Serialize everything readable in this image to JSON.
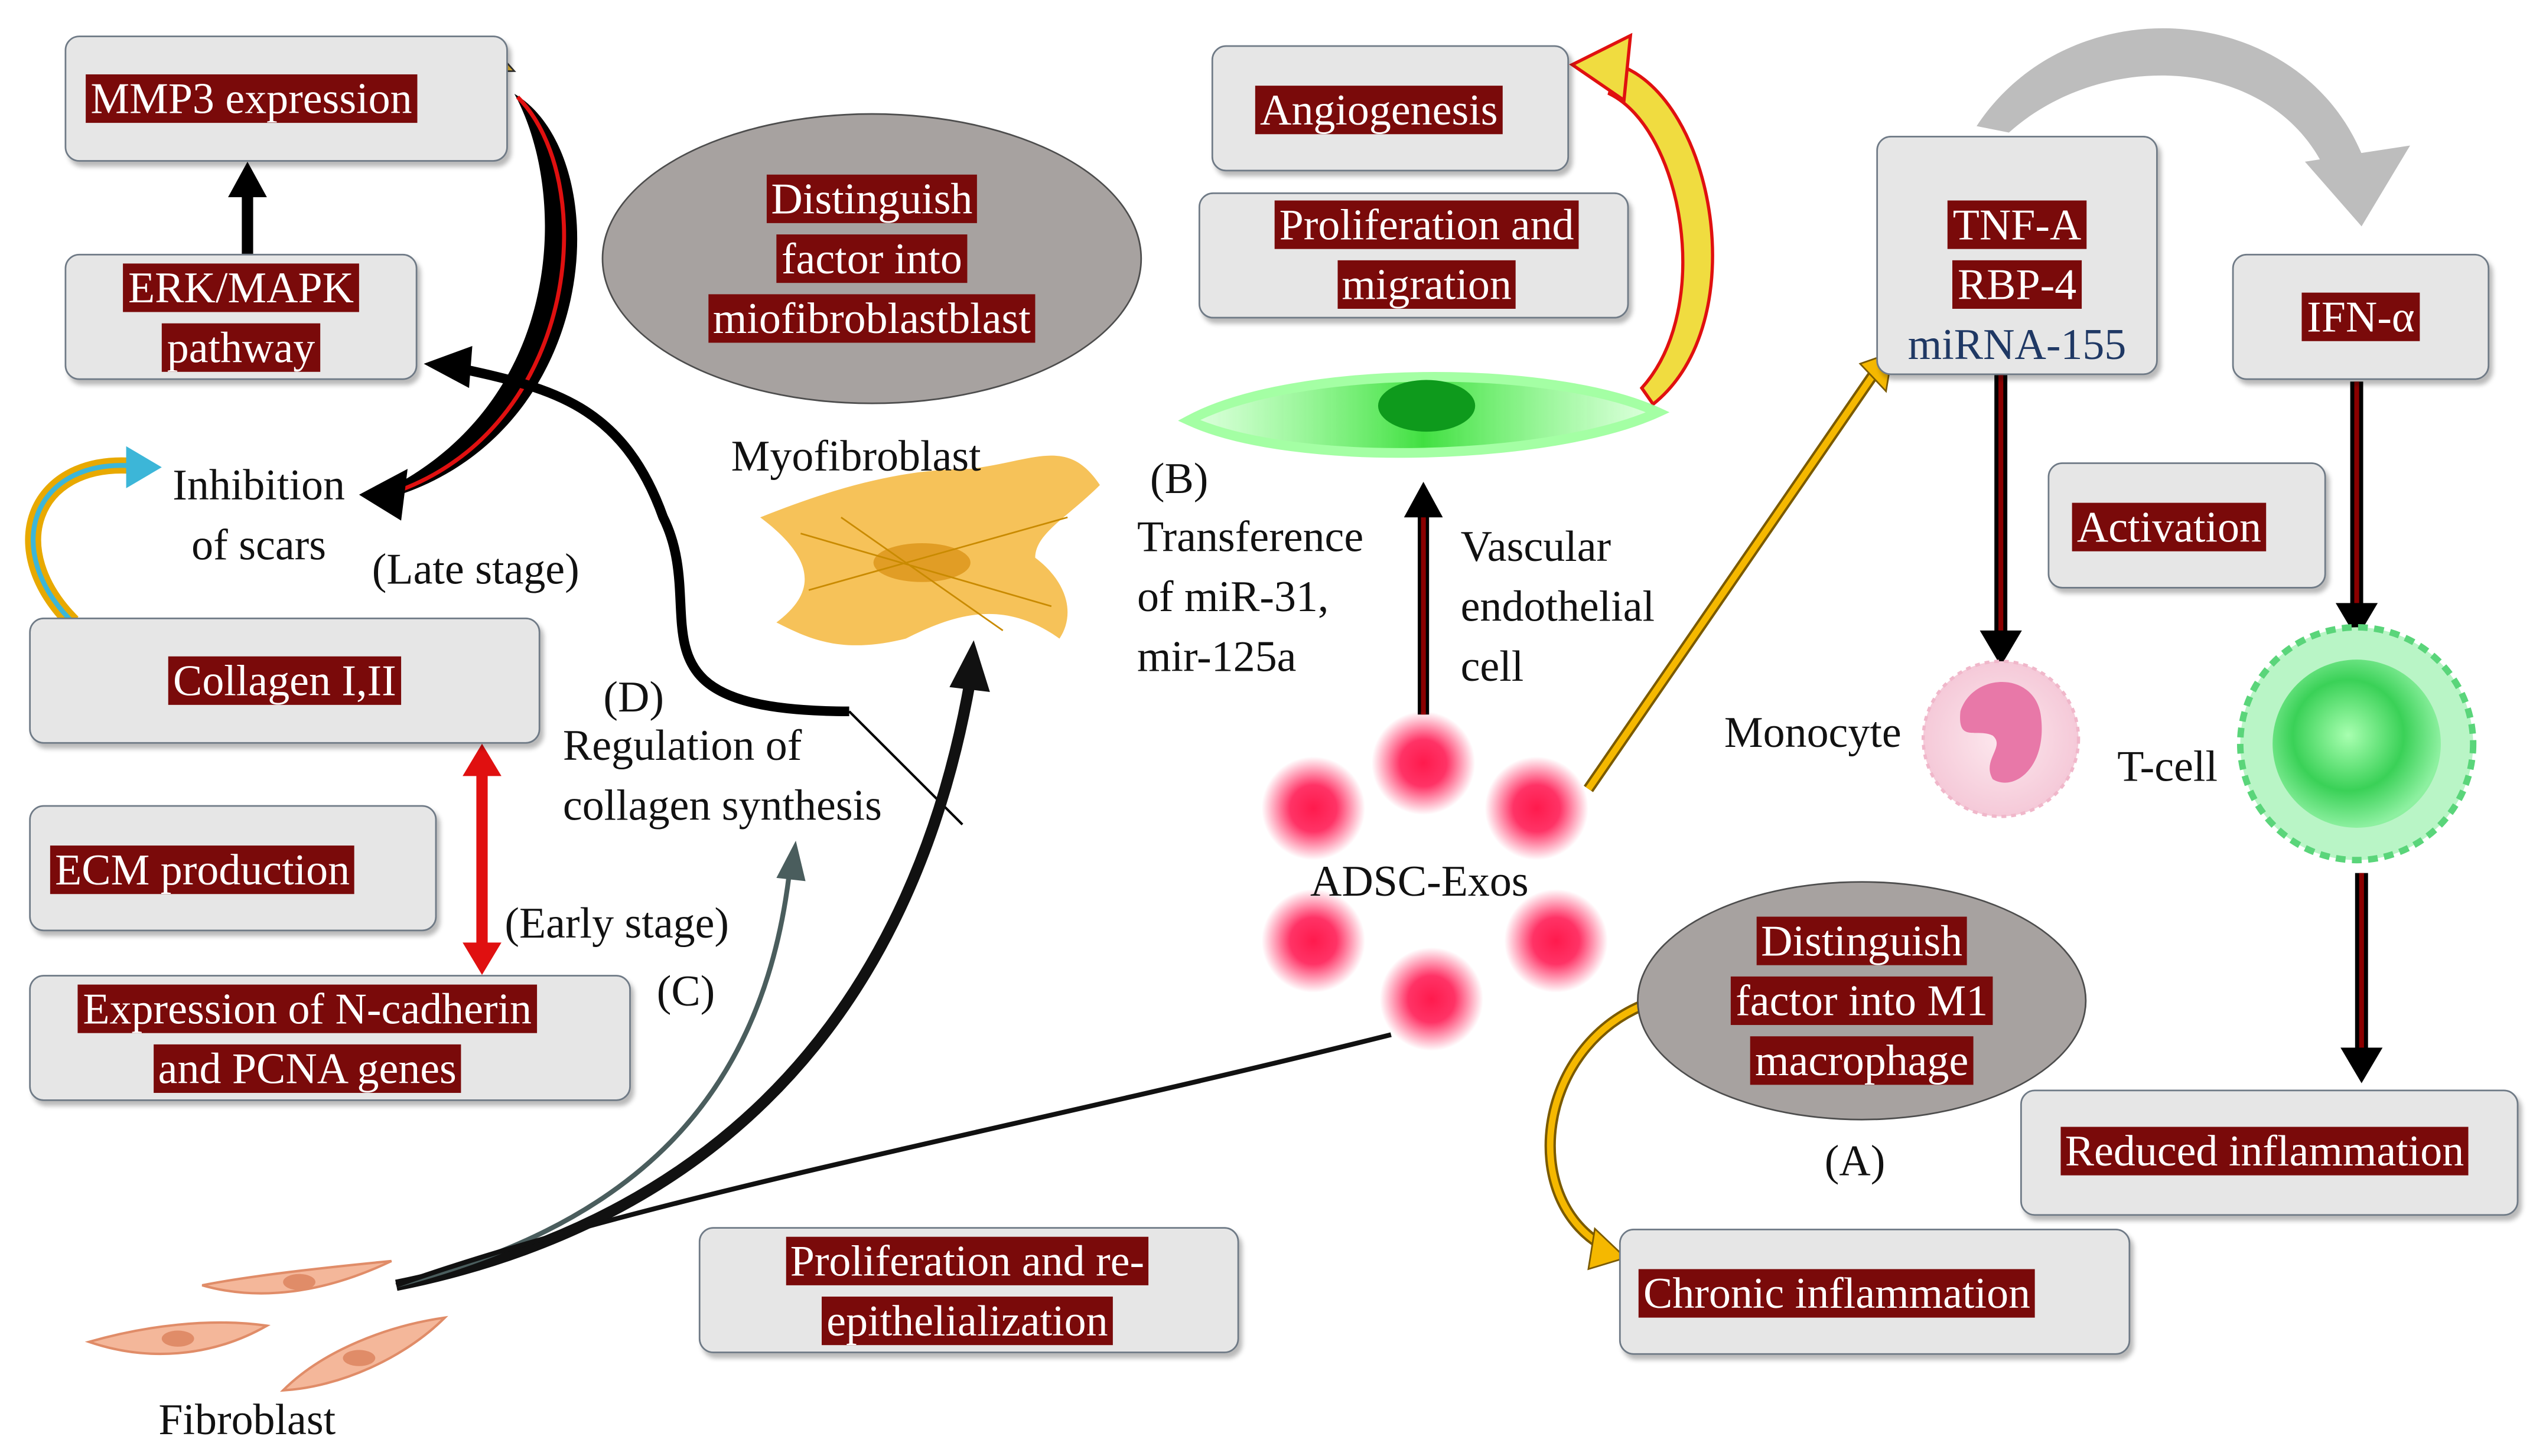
{
  "boxes": {
    "mmp3": "MMP3 expression",
    "erk_1": "ERK/MAPK",
    "erk_2": "pathway",
    "collagen": "Collagen I,II",
    "ecm": "ECM production",
    "ncad_1": "Expression of N-cadherin",
    "ncad_2": "and PCNA genes",
    "angio": "Angiogenesis",
    "prolif_mig_1": "Proliferation and",
    "prolif_mig_2": "migration",
    "tnf": "TNF-A",
    "rbp": "RBP-4",
    "mirna155": "miRNA-155",
    "ifn": "IFN-α",
    "activation": "Activation",
    "reduced": "Reduced inflammation",
    "chronic": "Chronic inflammation",
    "prolif_epi_1": "Proliferation and re-",
    "prolif_epi_2": "epithelialization"
  },
  "ellipses": {
    "myo_factor_1": "Distinguish",
    "myo_factor_2": "factor into",
    "myo_factor_3": "miofibroblastblast",
    "m1_factor_1": "Distinguish",
    "m1_factor_2": "factor into M1",
    "m1_factor_3": "macrophage"
  },
  "labels": {
    "inhibition_1": "Inhibition",
    "inhibition_2": "of scars",
    "late_stage": "(Late stage)",
    "myofibroblast": "Myofibroblast",
    "b_tag": "(B)",
    "transfer_1": "Transference",
    "transfer_2": "of miR-31,",
    "transfer_3": "mir-125a",
    "vascular_1": "Vascular",
    "vascular_2": "endothelial",
    "vascular_3": "cell",
    "d_tag": "(D)",
    "regulation_1": "Regulation of",
    "regulation_2": "collagen synthesis",
    "early_stage": "(Early stage)",
    "c_tag": "(C)",
    "adsc": "ADSC-Exos",
    "monocyte": "Monocyte",
    "tcell": "T-cell",
    "a_tag": "(A)",
    "fibroblast": "Fibroblast"
  },
  "colors": {
    "highlight_bg": "#7a0a0a",
    "box_bg": "#e6e6e6",
    "ellipse_bg": "#a7a2a0",
    "up_arrow": "#f5b800",
    "red_arrow": "#e01010",
    "exosome": "#ff1a55",
    "endothelial": "#22cc22"
  }
}
